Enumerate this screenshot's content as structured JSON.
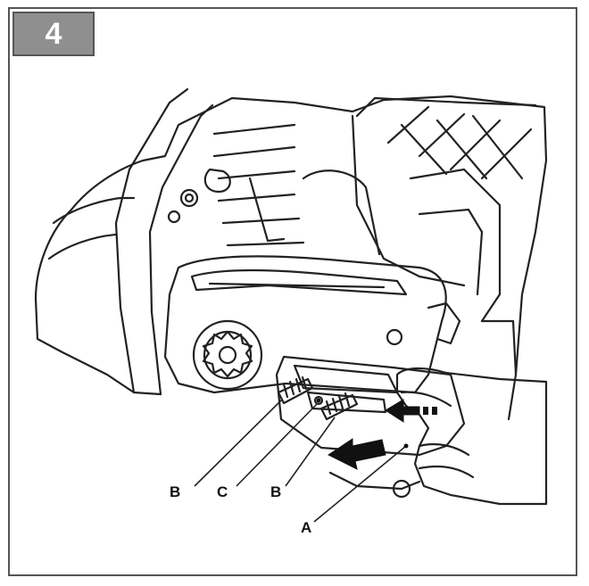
{
  "step": {
    "number": "4"
  },
  "callouts": {
    "b_left": "B",
    "c": "C",
    "b_right": "B",
    "a": "A"
  },
  "colors": {
    "badge_bg": "#8f8f8f",
    "line": "#222222",
    "frame": "#555555"
  },
  "illustration": {
    "subject": "chainsaw-sprocket-cover-removal",
    "icons": [
      "hand-icon",
      "push-arrow-icon",
      "slide-arrow-icon",
      "sprocket-icon",
      "stud-bolt-icon"
    ]
  }
}
